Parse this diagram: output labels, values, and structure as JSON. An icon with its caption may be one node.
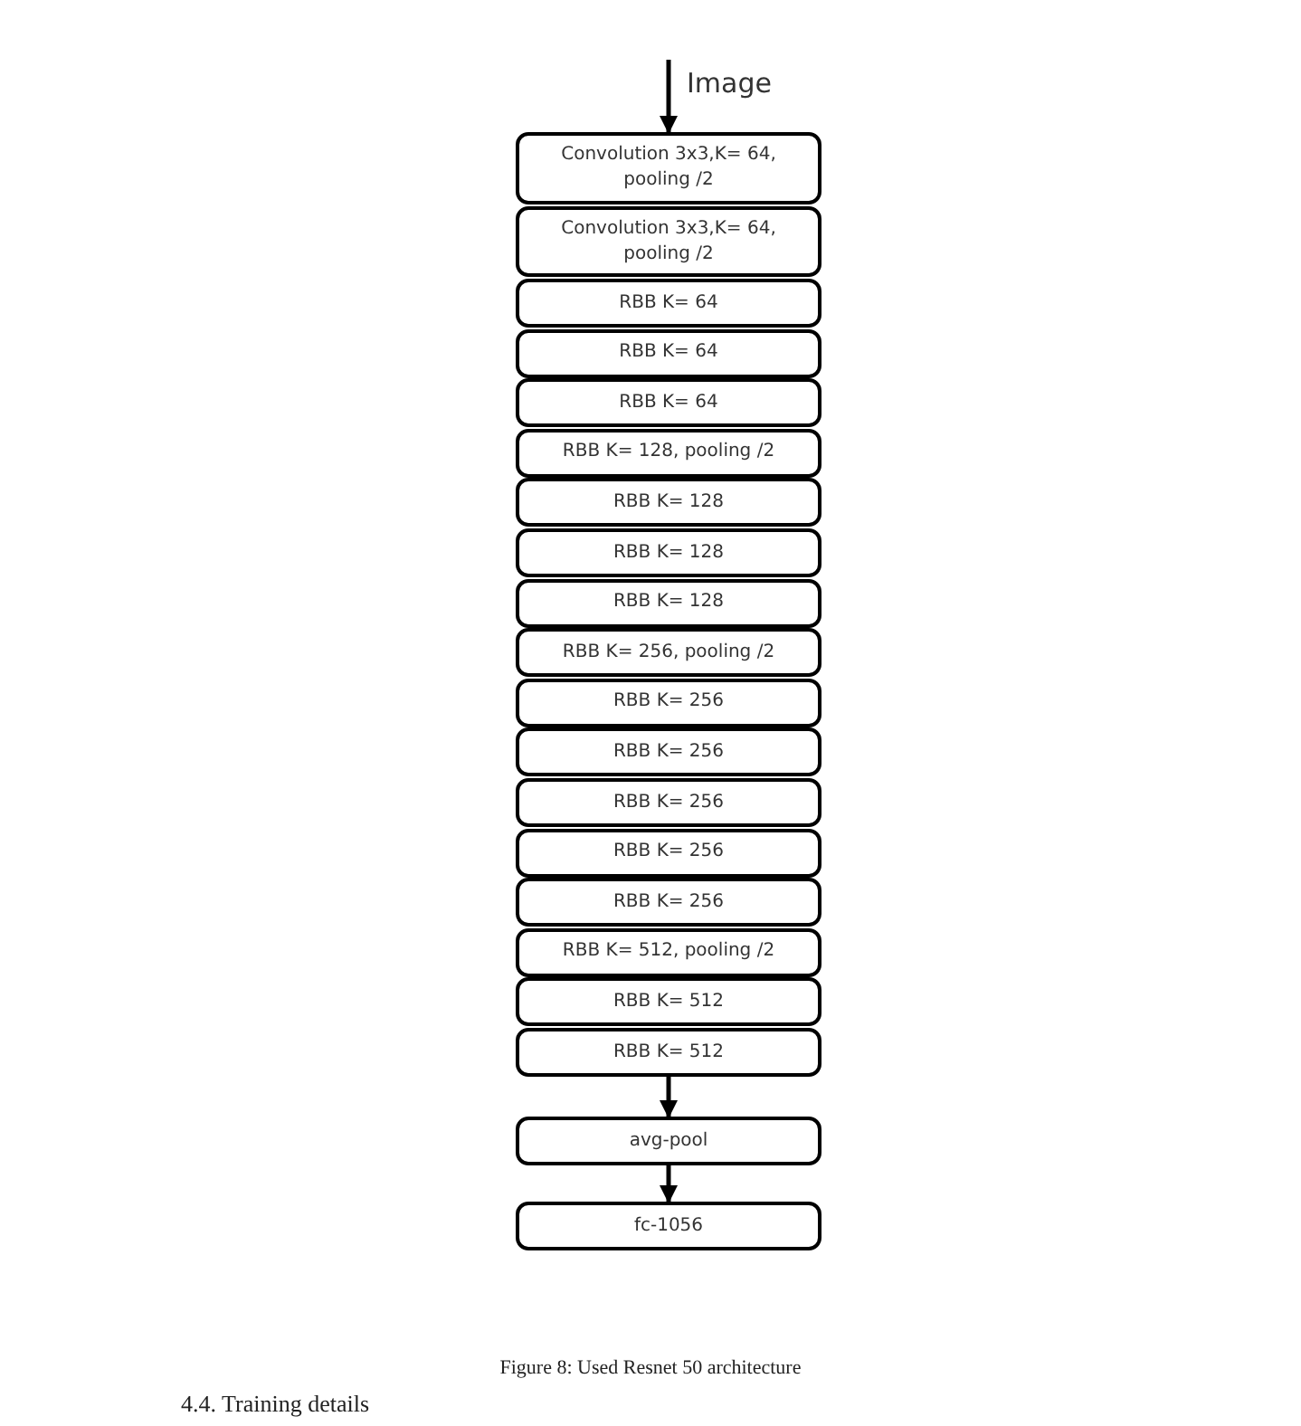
{
  "diagram": {
    "caption": "Figure 8: Used Resnet 50 architecture",
    "nodes": [
      {
        "text": [
          "Convolution 3x3,K= 64, pooling /2"
        ]
      },
      {
        "text": [
          "Convolution 3x3,K= 64, pooling /2"
        ]
      },
      {
        "text": [
          "RBB K= 64"
        ]
      },
      {
        "text": [
          "RBB K= 64"
        ]
      },
      {
        "text": [
          "RBB K= 64"
        ]
      },
      {
        "text": [
          "RBB K= 128, pooling /2"
        ]
      },
      {
        "text": [
          "RBB K= 128"
        ]
      },
      {
        "text": [
          "RBB K= 128"
        ]
      },
      {
        "text": [
          "RBB K= 128"
        ]
      },
      {
        "text": [
          "RBB K= 256, pooling /2"
        ]
      },
      {
        "text": [
          "RBB K= 256"
        ]
      },
      {
        "text": [
          "RBB K= 256"
        ]
      },
      {
        "text": [
          "RBB K= 256"
        ]
      },
      {
        "text": [
          "RBB K= 256"
        ]
      },
      {
        "text": [
          "RBB K= 256"
        ]
      },
      {
        "text": [
          "RBB K= 512, pooling /2"
        ]
      },
      {
        "text": [
          "RBB K= 512"
        ]
      },
      {
        "text": [
          "RBB K= 512"
        ]
      },
      {
        "text": [
          "avg-pool"
        ]
      },
      {
        "text": [
          "fc-1056"
        ]
      }
    ],
    "edges": [
      {
        "from": null,
        "to": 0,
        "arrow": "to",
        "label": "Image"
      },
      {
        "from": 17,
        "to": 18,
        "arrow": "to"
      },
      {
        "from": 18,
        "to": 19,
        "arrow": "to"
      }
    ],
    "labels": [
      "4.4. Training details"
    ]
  }
}
